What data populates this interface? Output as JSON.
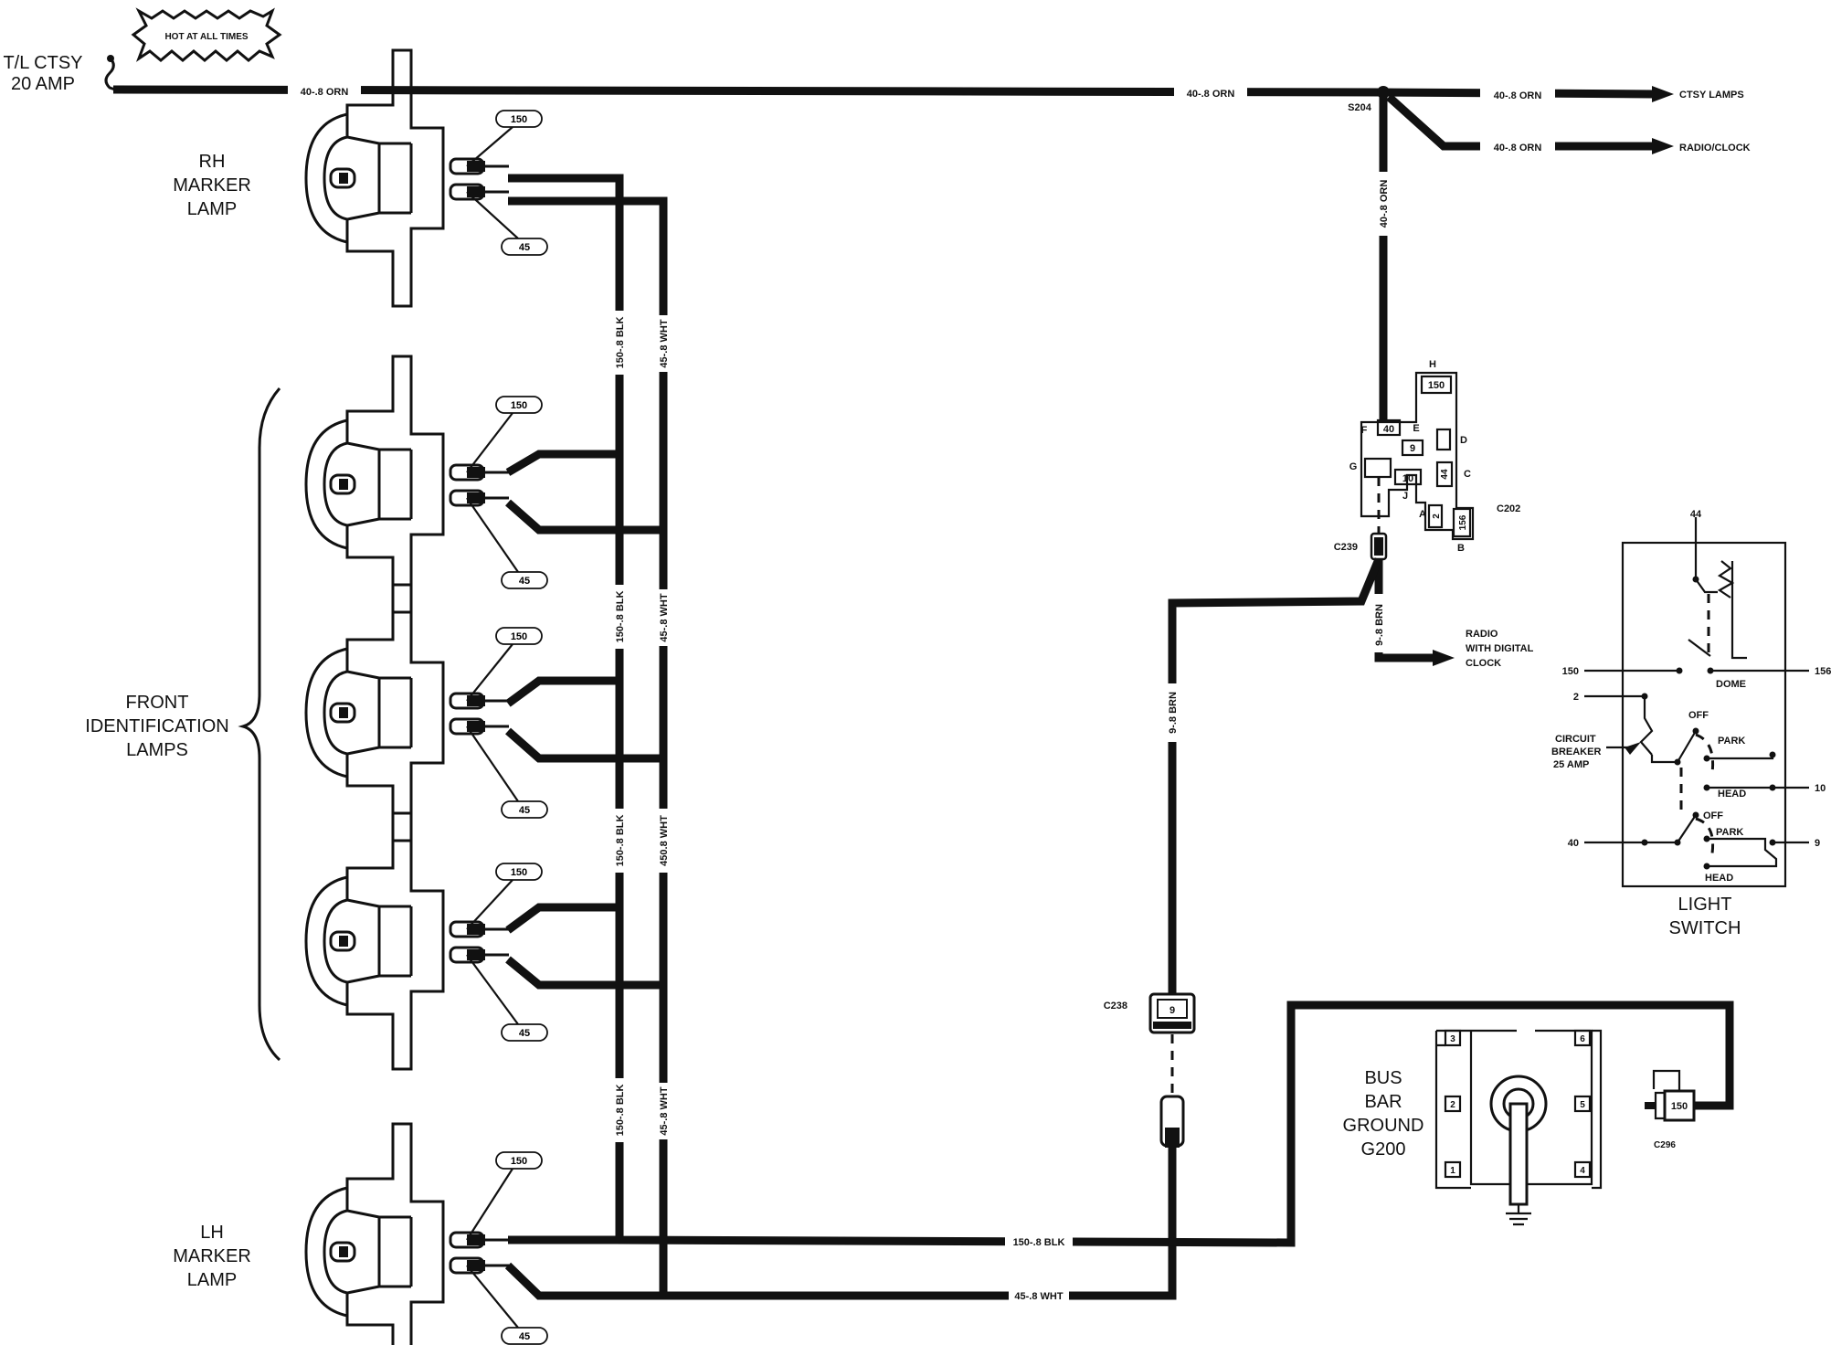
{
  "labels": {
    "hot": "HOT AT ALL TIMES",
    "fuse_line1": "T/L CTSY",
    "fuse_line2": "20 AMP",
    "rh_line1": "RH",
    "rh_line2": "MARKER",
    "rh_line3": "LAMP",
    "front_line1": "FRONT",
    "front_line2": "IDENTIFICATION",
    "front_line3": "LAMPS",
    "lh_line1": "LH",
    "lh_line2": "MARKER",
    "lh_line3": "LAMP",
    "bus_line1": "BUS",
    "bus_line2": "BAR",
    "bus_line3": "GROUND",
    "bus_line4": "G200",
    "switch_line1": "LIGHT",
    "switch_line2": "SWITCH",
    "radio_line1": "RADIO",
    "radio_line2": "WITH DIGITAL",
    "radio_line3": "CLOCK",
    "ctsy_lamps": "CTSY LAMPS",
    "radio_clock": "RADIO/CLOCK",
    "circuit_breaker_line1": "CIRCUIT",
    "circuit_breaker_line2": "BREAKER",
    "circuit_breaker_line3": "25 AMP"
  },
  "wires": {
    "orn_main_1": "40-.8 ORN",
    "orn_main_2": "40-.8 ORN",
    "orn_ctsy": "40-.8 ORN",
    "orn_radio": "40-.8 ORN",
    "orn_vertical": "40-.8 ORN",
    "brn_short": "9-.8 BRN",
    "brn_long": "9-.8 BRN",
    "blk_1": "150-.8 BLK",
    "wht_1": "45-.8 WHT",
    "blk_2": "150-.8 BLK",
    "wht_2": "45-.8 WHT",
    "blk_3": "150-.8 BLK",
    "wht_3": "450.8 WHT",
    "blk_4": "150-.8 BLK",
    "wht_4": "45-.8 WHT",
    "blk_bottom": "150-.8 BLK",
    "wht_bottom": "45-.8 WHT"
  },
  "splices": {
    "s204": "S204",
    "c239": "C239",
    "c202": "C202",
    "c238": "C238",
    "c296": "C296"
  },
  "circuits": {
    "blk": "150",
    "wht": "45"
  },
  "c202_pins": {
    "H": "H",
    "F": "F",
    "E": "E",
    "D": "D",
    "G": "G",
    "J": "J",
    "C": "C",
    "A": "A",
    "B": "B",
    "p150": "150",
    "p40": "40",
    "p9": "9",
    "p10": "10",
    "p44": "44",
    "p2": "2",
    "p156": "156"
  },
  "c238_pin": "9",
  "c296_pin": "150",
  "bus_terminals": [
    "1",
    "2",
    "3",
    "4",
    "5",
    "6"
  ],
  "light_switch": {
    "t44": "44",
    "t150": "150",
    "t156": "156",
    "t2": "2",
    "t10": "10",
    "t40": "40",
    "t9": "9",
    "dome": "DOME",
    "off1": "OFF",
    "park1": "PARK",
    "head1": "HEAD",
    "off2": "OFF",
    "park2": "PARK",
    "head2": "HEAD"
  }
}
